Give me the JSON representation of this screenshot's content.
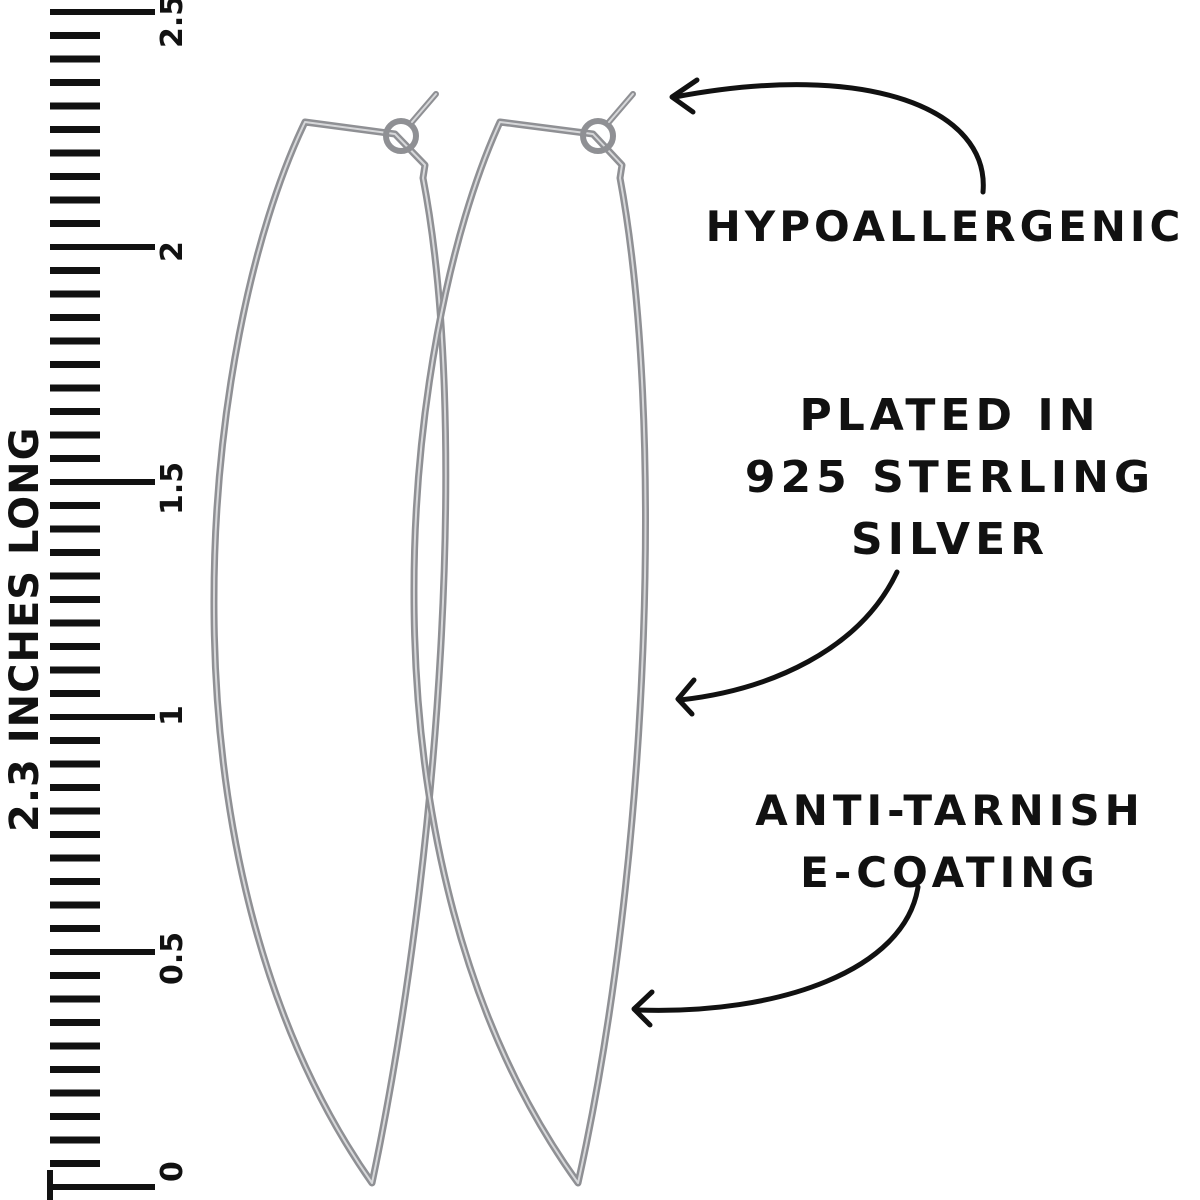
{
  "ruler": {
    "length_label": "2.3 INCHES LONG",
    "tick_labels": [
      "0",
      "0.5",
      "1",
      "1.5",
      "2",
      "2.5"
    ],
    "ink_color": "#111111"
  },
  "features": {
    "hypoallergenic": [
      "HYPOALLERGENIC"
    ],
    "plated": [
      "PLATED IN",
      "925 STERLING",
      "SILVER"
    ],
    "coating": [
      "ANTI-TARNISH",
      "E-COATING"
    ]
  },
  "product": {
    "metal_color": "#8f9094",
    "metal_highlight": "#d7d8da"
  }
}
